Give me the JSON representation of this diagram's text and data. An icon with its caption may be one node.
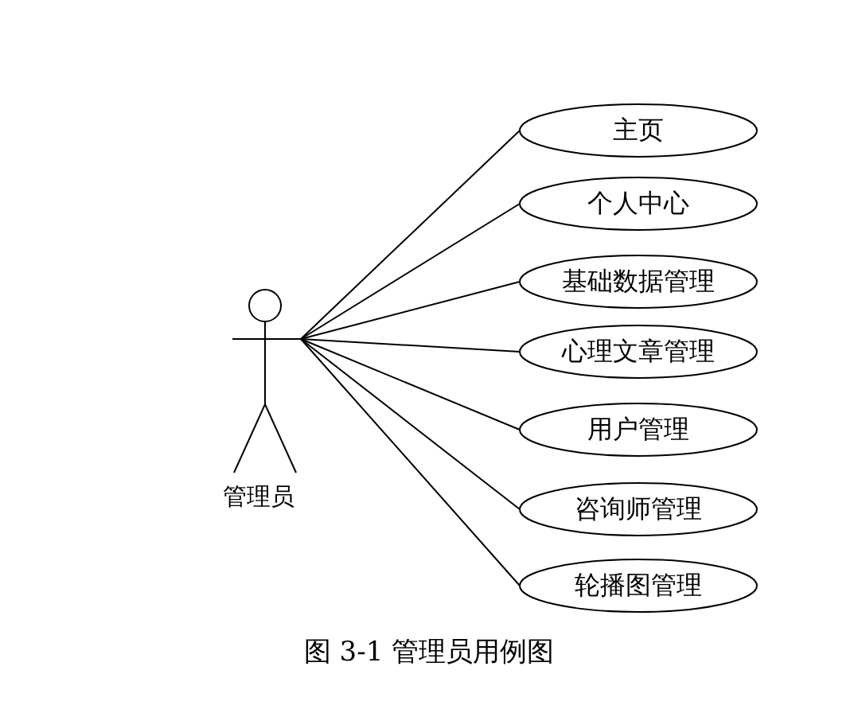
{
  "diagram": {
    "caption": "图 3-1 管理员用例图",
    "nodes": [
      {
        "text": [
          "管理员"
        ]
      },
      {
        "text": [
          "主页"
        ]
      },
      {
        "text": [
          "个人中心"
        ]
      },
      {
        "text": [
          "基础数据管理"
        ]
      },
      {
        "text": [
          "心理文章管理"
        ]
      },
      {
        "text": [
          "用户管理"
        ]
      },
      {
        "text": [
          "咨询师管理"
        ]
      },
      {
        "text": [
          "轮播图管理"
        ]
      }
    ],
    "edges": [
      {
        "from": 0,
        "to": 1,
        "arrow": "none"
      },
      {
        "from": 0,
        "to": 2,
        "arrow": "none"
      },
      {
        "from": 0,
        "to": 3,
        "arrow": "none"
      },
      {
        "from": 0,
        "to": 4,
        "arrow": "none"
      },
      {
        "from": 0,
        "to": 5,
        "arrow": "none"
      },
      {
        "from": 0,
        "to": 6,
        "arrow": "none"
      },
      {
        "from": 0,
        "to": 7,
        "arrow": "none"
      }
    ]
  }
}
